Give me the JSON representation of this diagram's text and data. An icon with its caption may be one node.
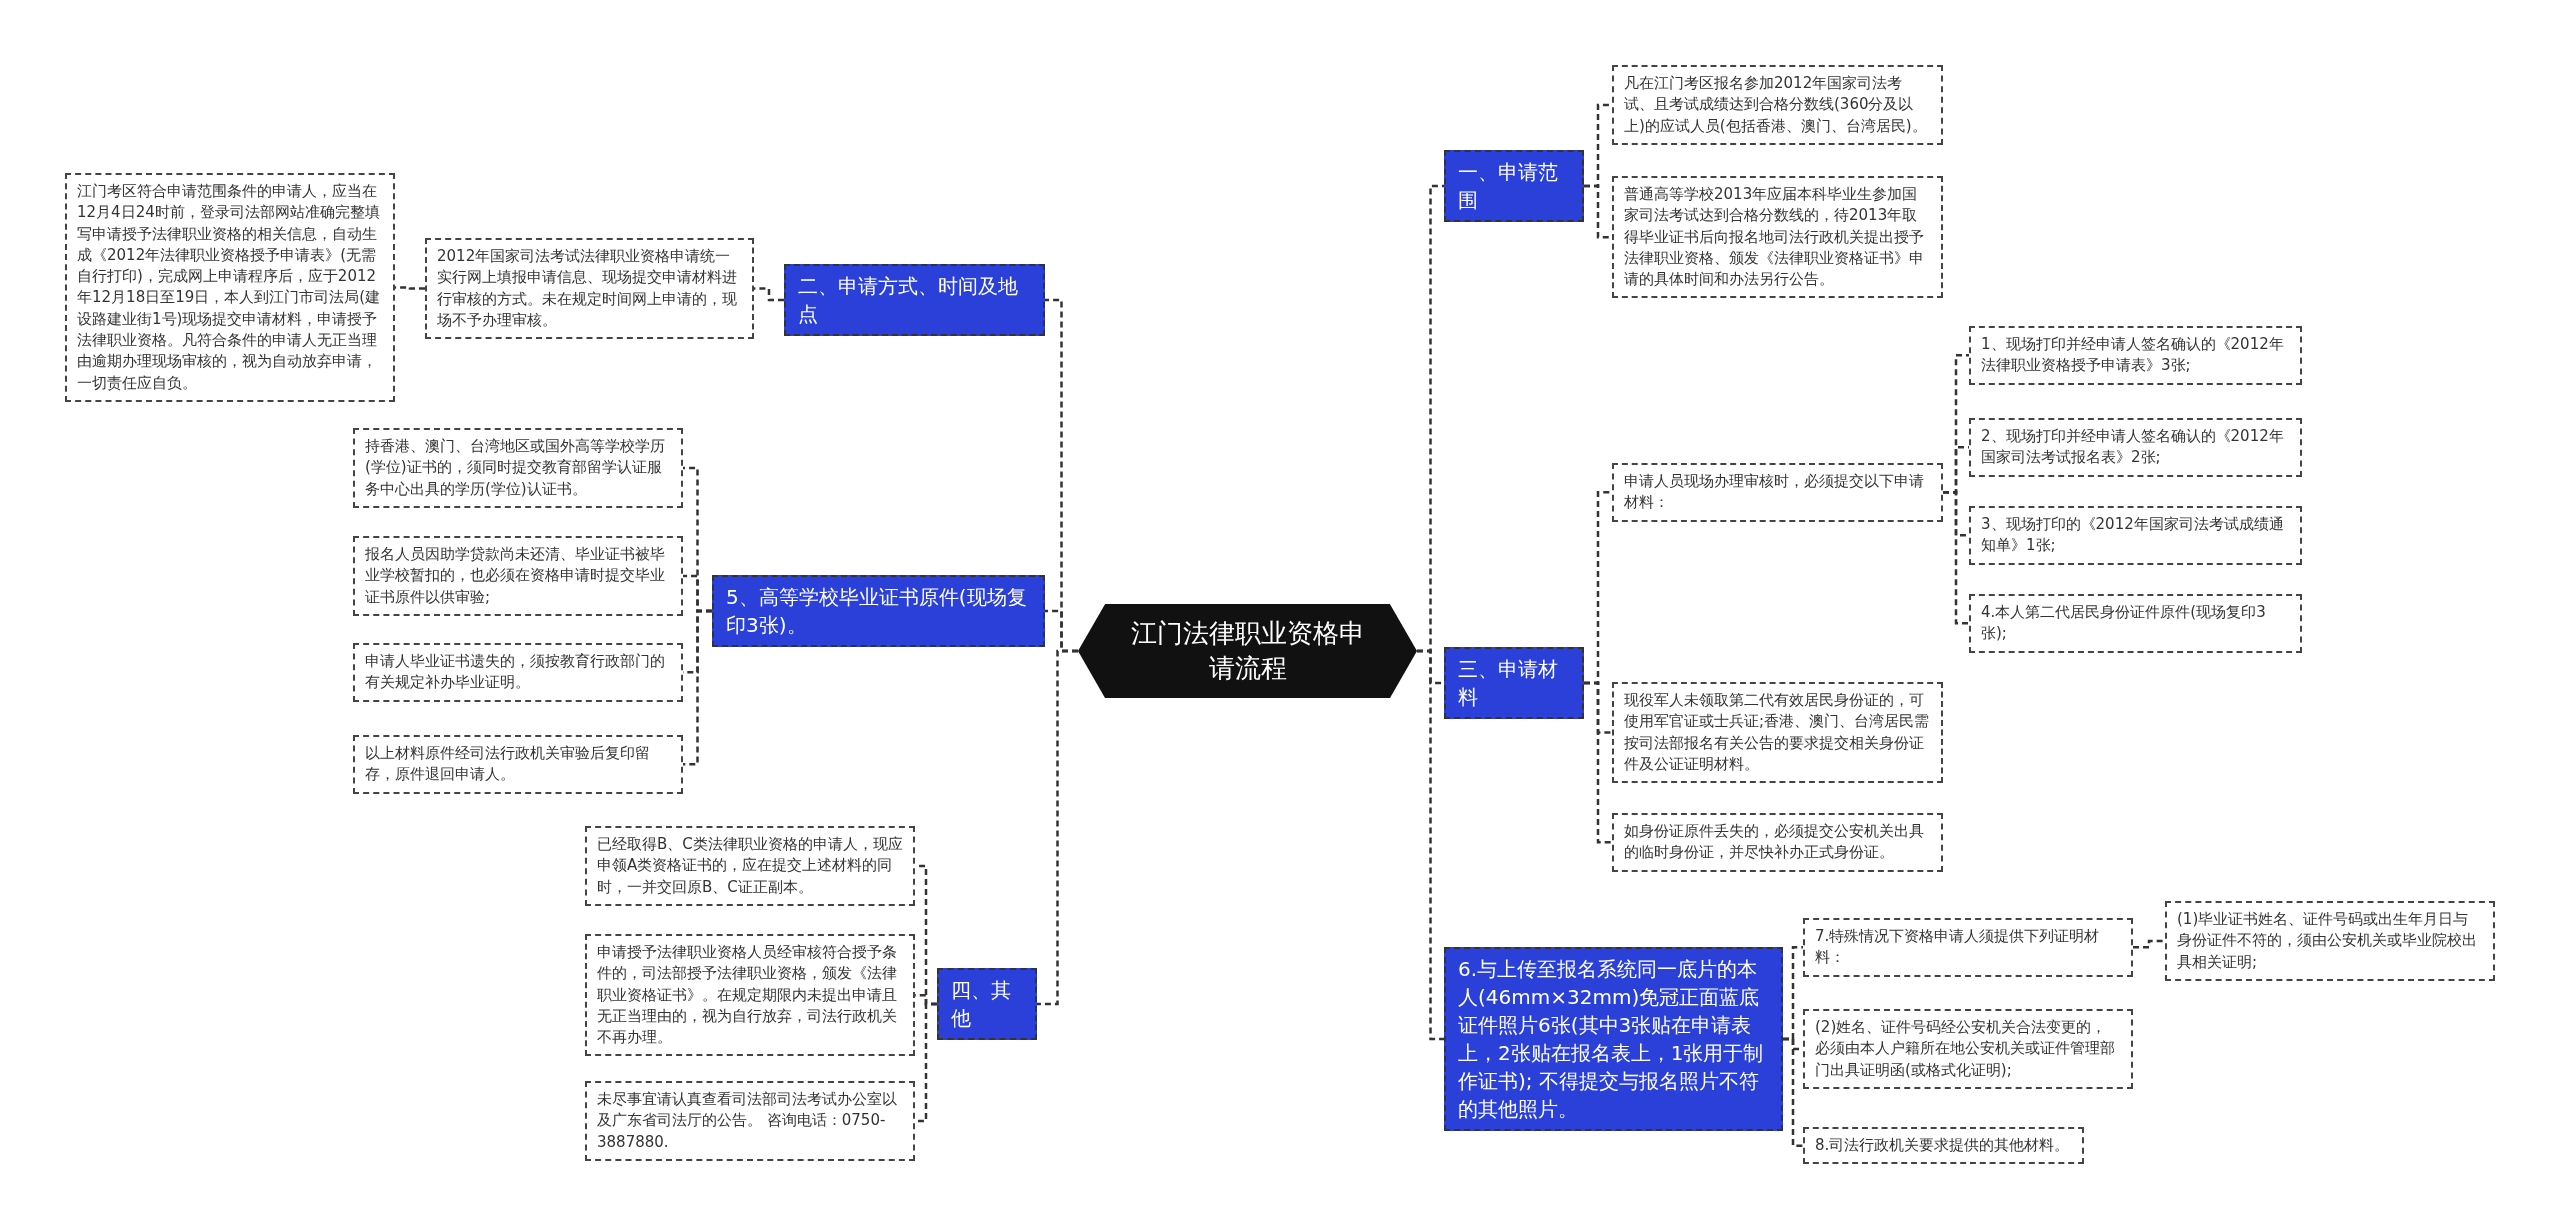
{
  "diagram": {
    "nodes": [
      {
        "text": [
          "江门法律职业资格申请流程"
        ]
      },
      {
        "text": [
          "一、申请范围"
        ]
      },
      {
        "text": [
          "凡在江门考区报名参加2012年国家司法考试、且考试成绩达到合格分数线(360分及以上)的应试人员(包括香港、澳门、台湾居民)。"
        ]
      },
      {
        "text": [
          "普通高等学校2013年应届本科毕业生参加国家司法考试达到合格分数线的，待2013年取得毕业证书后向报名地司法行政机关提出授予法律职业资格、颁发《法律职业资格证书》申请的具体时间和办法另行公告。"
        ]
      },
      {
        "text": [
          "三、申请材料"
        ]
      },
      {
        "text": [
          "申请人员现场办理审核时，必须提交以下申请材料："
        ]
      },
      {
        "text": [
          "1、现场打印并经申请人签名确认的《2012年法律职业资格授予申请表》3张;"
        ]
      },
      {
        "text": [
          "2、现场打印并经申请人签名确认的《2012年国家司法考试报名表》2张;"
        ]
      },
      {
        "text": [
          "3、现场打印的《2012年国家司法考试成绩通知单》1张;"
        ]
      },
      {
        "text": [
          "4.本人第二代居民身份证件原件(现场复印3张);"
        ]
      },
      {
        "text": [
          "现役军人未领取第二代有效居民身份证的，可使用军官证或士兵证;香港、澳门、台湾居民需按司法部报名有关公告的要求提交相关身份证件及公证证明材料。"
        ]
      },
      {
        "text": [
          "如身份证原件丢失的，必须提交公安机关出具的临时身份证，并尽快补办正式身份证。"
        ]
      },
      {
        "text": [
          "6.与上传至报名系统同一底片的本人(46mm×32mm)免冠正面蓝底证件照片6张(其中3张贴在申请表上，2张贴在报名表上，1张用于制作证书); 不得提交与报名照片不符的其他照片。"
        ]
      },
      {
        "text": [
          "7.特殊情况下资格申请人须提供下列证明材料："
        ]
      },
      {
        "text": [
          "(1)毕业证书姓名、证件号码或出生年月日与身份证件不符的，须由公安机关或毕业院校出具相关证明;"
        ]
      },
      {
        "text": [
          "(2)姓名、证件号码经公安机关合法变更的，必须由本人户籍所在地公安机关或证件管理部门出具证明函(或格式化证明);"
        ]
      },
      {
        "text": [
          "8.司法行政机关要求提供的其他材料。"
        ]
      },
      {
        "text": [
          "二、申请方式、时间及地点"
        ]
      },
      {
        "text": [
          "2012年国家司法考试法律职业资格申请统一实行网上填报申请信息、现场提交申请材料进行审核的方式。未在规定时间网上申请的，现场不予办理审核。"
        ]
      },
      {
        "text": [
          "江门考区符合申请范围条件的申请人，应当在12月4日24时前，登录司法部网站准确完整填写申请授予法律职业资格的相关信息，自动生成《2012年法律职业资格授予申请表》(无需自行打印)，完成网上申请程序后，应于2012年12月18日至19日，本人到江门市司法局(建设路建业街1号)现场提交申请材料，申请授予法律职业资格。凡符合条件的申请人无正当理由逾期办理现场审核的，视为自动放弃申请，一切责任应自负。"
        ]
      },
      {
        "text": [
          "5、高等学校毕业证书原件(现场复印3张)。"
        ]
      },
      {
        "text": [
          "持香港、澳门、台湾地区或国外高等学校学历(学位)证书的，须同时提交教育部留学认证服务中心出具的学历(学位)认证书。"
        ]
      },
      {
        "text": [
          "报名人员因助学贷款尚未还清、毕业证书被毕业学校暂扣的，也必须在资格申请时提交毕业证书原件以供审验;"
        ]
      },
      {
        "text": [
          "申请人毕业证书遗失的，须按教育行政部门的有关规定补办毕业证明。"
        ]
      },
      {
        "text": [
          "以上材料原件经司法行政机关审验后复印留存，原件退回申请人。"
        ]
      },
      {
        "text": [
          "四、其他"
        ]
      },
      {
        "text": [
          "已经取得B、C类法律职业资格的申请人，现应申领A类资格证书的，应在提交上述材料的同时，一并交回原B、C证正副本。"
        ]
      },
      {
        "text": [
          "申请授予法律职业资格人员经审核符合授予条件的，司法部授予法律职业资格，颁发《法律职业资格证书》。在规定期限内未提出申请且无正当理由的，视为自行放弃，司法行政机关不再办理。"
        ]
      },
      {
        "text": [
          "未尽事宜请认真查看司法部司法考试办公室以及广东省司法厅的公告。 咨询电话：0750-3887880."
        ]
      }
    ],
    "edges": [
      {
        "from": 0,
        "to": 1,
        "arrow": "none"
      },
      {
        "from": 1,
        "to": 2,
        "arrow": "none"
      },
      {
        "from": 1,
        "to": 3,
        "arrow": "none"
      },
      {
        "from": 0,
        "to": 4,
        "arrow": "none"
      },
      {
        "from": 4,
        "to": 5,
        "arrow": "none"
      },
      {
        "from": 5,
        "to": 6,
        "arrow": "none"
      },
      {
        "from": 5,
        "to": 7,
        "arrow": "none"
      },
      {
        "from": 5,
        "to": 8,
        "arrow": "none"
      },
      {
        "from": 5,
        "to": 9,
        "arrow": "none"
      },
      {
        "from": 4,
        "to": 10,
        "arrow": "none"
      },
      {
        "from": 4,
        "to": 11,
        "arrow": "none"
      },
      {
        "from": 0,
        "to": 12,
        "arrow": "none"
      },
      {
        "from": 12,
        "to": 13,
        "arrow": "none"
      },
      {
        "from": 13,
        "to": 14,
        "arrow": "none"
      },
      {
        "from": 12,
        "to": 15,
        "arrow": "none"
      },
      {
        "from": 12,
        "to": 16,
        "arrow": "none"
      },
      {
        "from": 0,
        "to": 17,
        "arrow": "none"
      },
      {
        "from": 17,
        "to": 18,
        "arrow": "none"
      },
      {
        "from": 18,
        "to": 19,
        "arrow": "none"
      },
      {
        "from": 0,
        "to": 20,
        "arrow": "none"
      },
      {
        "from": 20,
        "to": 21,
        "arrow": "none"
      },
      {
        "from": 20,
        "to": 22,
        "arrow": "none"
      },
      {
        "from": 20,
        "to": 23,
        "arrow": "none"
      },
      {
        "from": 20,
        "to": 24,
        "arrow": "none"
      },
      {
        "from": 0,
        "to": 25,
        "arrow": "none"
      },
      {
        "from": 25,
        "to": 26,
        "arrow": "none"
      },
      {
        "from": 25,
        "to": 27,
        "arrow": "none"
      },
      {
        "from": 25,
        "to": 28,
        "arrow": "none"
      }
    ]
  }
}
